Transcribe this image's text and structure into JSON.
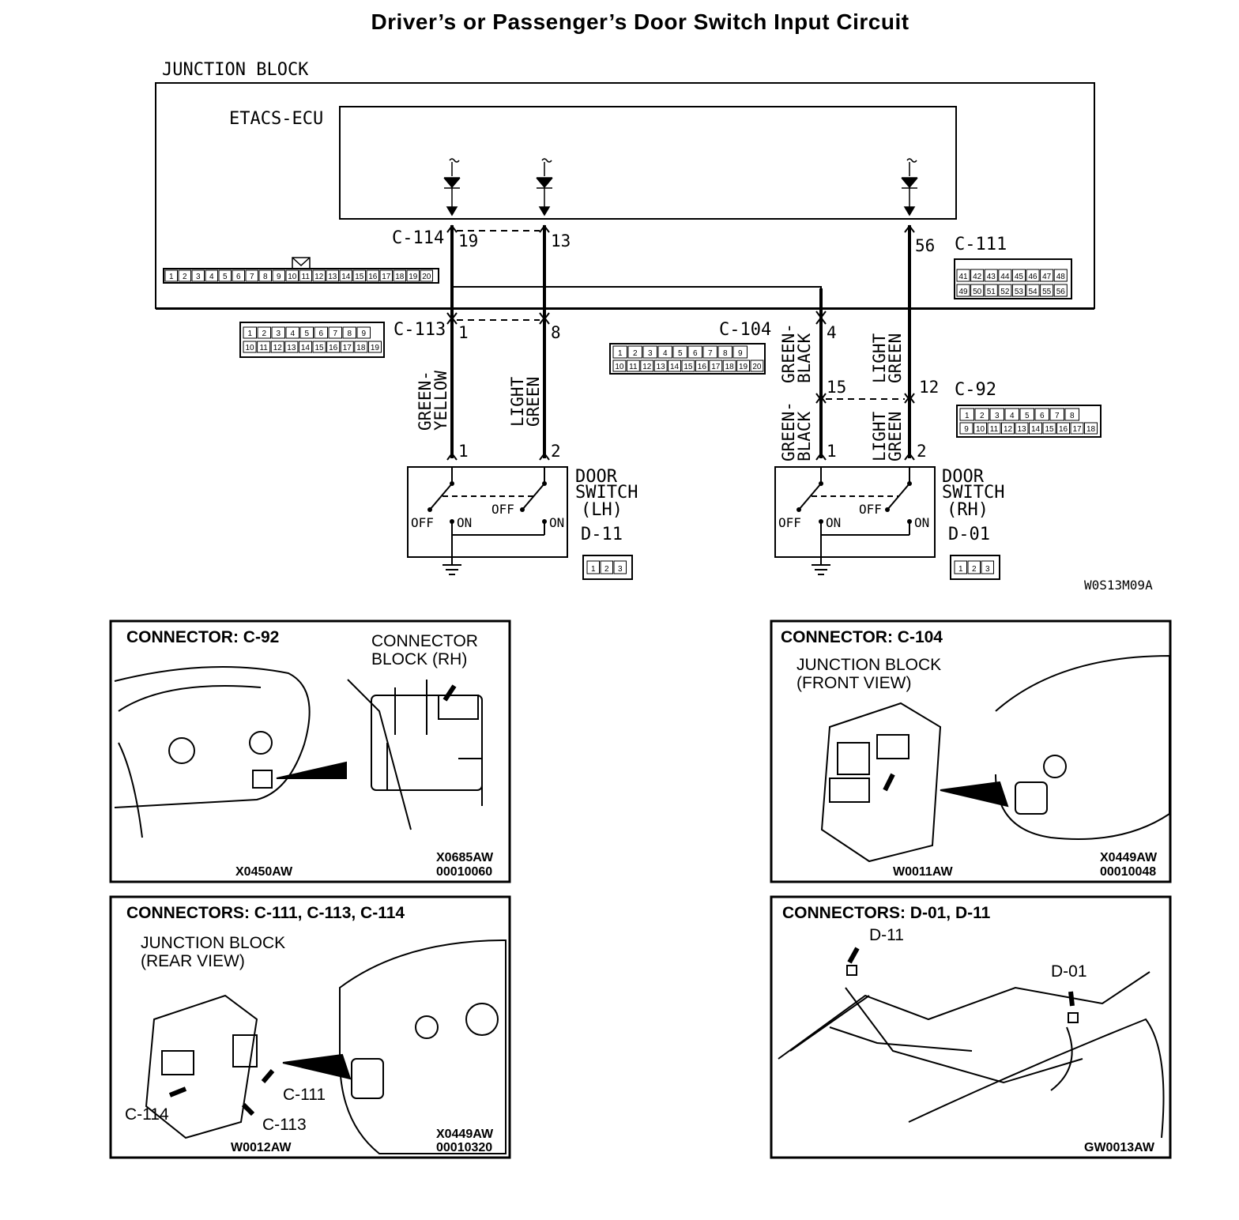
{
  "title": "Driver’s or Passenger’s Door Switch Input Circuit",
  "junction_block_label": "JUNCTION BLOCK",
  "ecu_label": "ETACS-ECU",
  "connectors": {
    "c114": "C-114",
    "c111": "C-111",
    "c113": "C-113",
    "c104": "C-104",
    "c92": "C-92",
    "d11": "D-11",
    "d01": "D-01"
  },
  "pins": {
    "p19": "19",
    "p13": "13",
    "p56": "56",
    "p1a": "1",
    "p8": "8",
    "p4": "4",
    "p15": "15",
    "p12": "12",
    "p1b": "1",
    "p2b": "2",
    "p1c": "1",
    "p2c": "2"
  },
  "wires": {
    "green_yellow": [
      "GREEN-",
      "YELLOW"
    ],
    "light_green": [
      "LIGHT",
      "GREEN"
    ],
    "green_black_top": [
      "GREEN-",
      "BLACK"
    ],
    "light_green_top": [
      "LIGHT",
      "GREEN"
    ],
    "green_black_bottom": [
      "GREEN-",
      "BLACK"
    ],
    "light_green_bottom": [
      "LIGHT",
      "GREEN"
    ]
  },
  "door_switch_lh": [
    "DOOR",
    "SWITCH",
    "(LH)"
  ],
  "door_switch_rh": [
    "DOOR",
    "SWITCH",
    "(RH)"
  ],
  "switch_states": {
    "off": "OFF",
    "on": "ON"
  },
  "pin_grids": {
    "c114": [
      "1",
      "2",
      "3",
      "4",
      "5",
      "6",
      "7",
      "8",
      "9",
      "10",
      "11",
      "12",
      "13",
      "14",
      "15",
      "16",
      "17",
      "18",
      "19",
      "20"
    ],
    "c111_top": [
      "41",
      "42",
      "43",
      "44",
      "45",
      "46",
      "47",
      "48"
    ],
    "c111_bottom": [
      "49",
      "50",
      "51",
      "52",
      "53",
      "54",
      "55",
      "56"
    ],
    "c113_top": [
      "1",
      "2",
      "3",
      "4",
      "5",
      "6",
      "7",
      "8",
      "9"
    ],
    "c113_bottom": [
      "10",
      "11",
      "12",
      "13",
      "14",
      "15",
      "16",
      "17",
      "18",
      "19"
    ],
    "c104_top": [
      "1",
      "2",
      "3",
      "4",
      "5",
      "6",
      "7",
      "8",
      "9"
    ],
    "c104_bottom": [
      "10",
      "11",
      "12",
      "13",
      "14",
      "15",
      "16",
      "17",
      "18",
      "19",
      "20"
    ],
    "c92_top": [
      "1",
      "2",
      "3",
      "4",
      "5",
      "6",
      "7",
      "8"
    ],
    "c92_bottom": [
      "9",
      "10",
      "11",
      "12",
      "13",
      "14",
      "15",
      "16",
      "17",
      "18"
    ],
    "d11": [
      "1",
      "2",
      "3"
    ],
    "d01": [
      "1",
      "2",
      "3"
    ]
  },
  "diagram_code": "W0S13M09A",
  "panels": [
    {
      "title": "CONNECTOR:  C-92",
      "callout": [
        "CONNECTOR",
        "BLOCK (RH)"
      ],
      "codes_left": "X0450AW",
      "codes_right": [
        "X0685AW",
        "00010060"
      ]
    },
    {
      "title": "CONNECTOR:  C-104",
      "callout": [
        "JUNCTION BLOCK",
        "(FRONT VIEW)"
      ],
      "codes_left": "W0011AW",
      "codes_right": [
        "X0449AW",
        "00010048"
      ]
    },
    {
      "title": "CONNECTORS:  C-111, C-113, C-114",
      "callout": [
        "JUNCTION BLOCK",
        "(REAR VIEW)"
      ],
      "labels": [
        "C-111",
        "C-114",
        "C-113"
      ],
      "codes_left": "W0012AW",
      "codes_right": [
        "X0449AW",
        "00010320"
      ]
    },
    {
      "title": "CONNECTORS:  D-01, D-11",
      "labels": [
        "D-11",
        "D-01"
      ],
      "codes_right": [
        "GW0013AW"
      ]
    }
  ]
}
